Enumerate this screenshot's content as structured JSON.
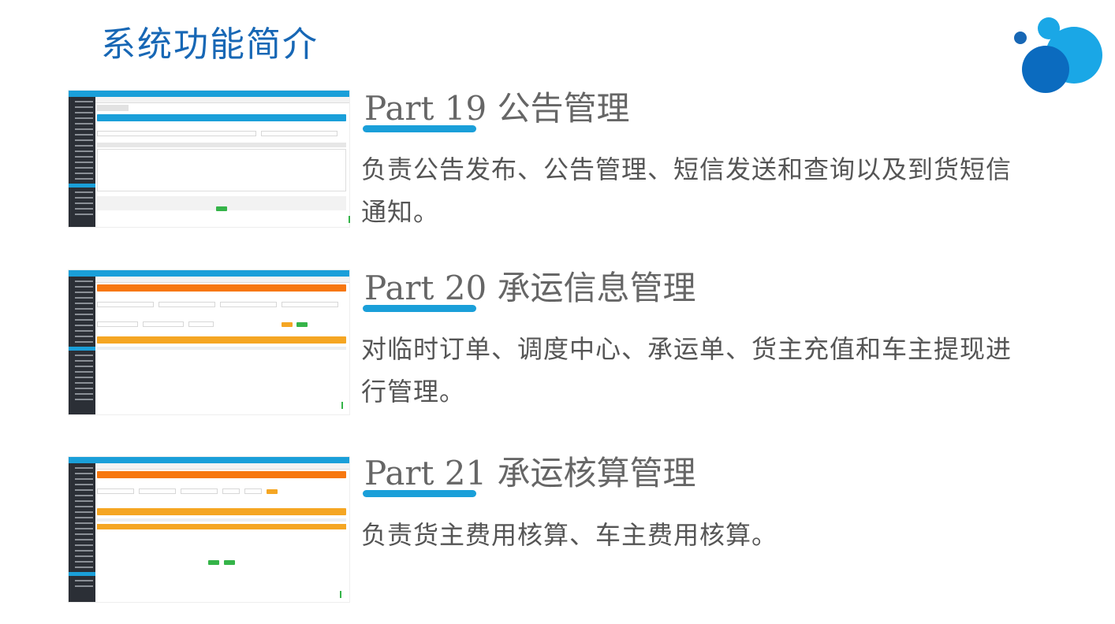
{
  "page": {
    "title": "系统功能简介"
  },
  "colors": {
    "title": "#1767b5",
    "accent": "#1a9fd9",
    "text": "#555555",
    "orange": "#f7770f",
    "green": "#35b449"
  },
  "sections": [
    {
      "part": "Part 19",
      "name": "公告管理",
      "desc": "负责公告发布、公告管理、短信发送和查询以及到货短信通知。"
    },
    {
      "part": "Part 20",
      "name": "承运信息管理",
      "desc": "对临时订单、调度中心、承运单、货主充值和车主提现进行管理。"
    },
    {
      "part": "Part 21",
      "name": "承运核算管理",
      "desc": "负责货主费用核算、车主费用核算。"
    }
  ]
}
